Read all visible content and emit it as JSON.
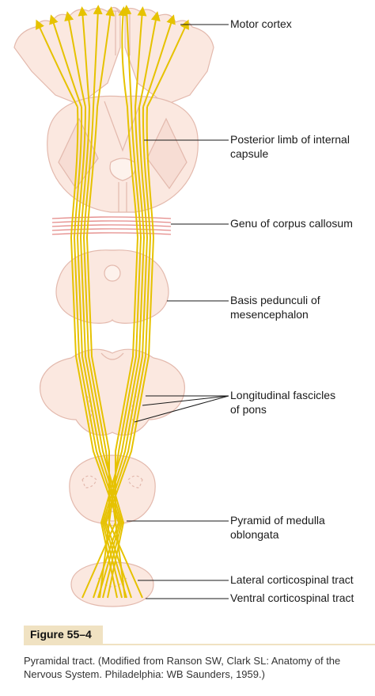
{
  "labels": {
    "motor_cortex": "Motor cortex",
    "internal_capsule_1": "Posterior limb of internal",
    "internal_capsule_2": "capsule",
    "corpus_callosum": "Genu of corpus callosum",
    "basis_pedunculi_1": "Basis pedunculi of",
    "basis_pedunculi_2": "mesencephalon",
    "fascicles_1": "Longitudinal fascicles",
    "fascicles_2": "of pons",
    "pyramid_1": "Pyramid of medulla",
    "pyramid_2": "oblongata",
    "lateral_tract": "Lateral corticospinal tract",
    "ventral_tract": "Ventral corticospinal tract"
  },
  "figure": {
    "number": "Figure 55–4",
    "caption": "Pyramidal tract. (Modified from Ranson SW, Clark SL: Anatomy of the Nervous System. Philadelphia: WB Saunders, 1959.)"
  },
  "colors": {
    "tract": "#e6c200",
    "tissue_fill": "#fbe8e0",
    "tissue_stroke": "#e3b9ad",
    "callosum": "#e48a88",
    "tab": "#f0e2c2"
  }
}
